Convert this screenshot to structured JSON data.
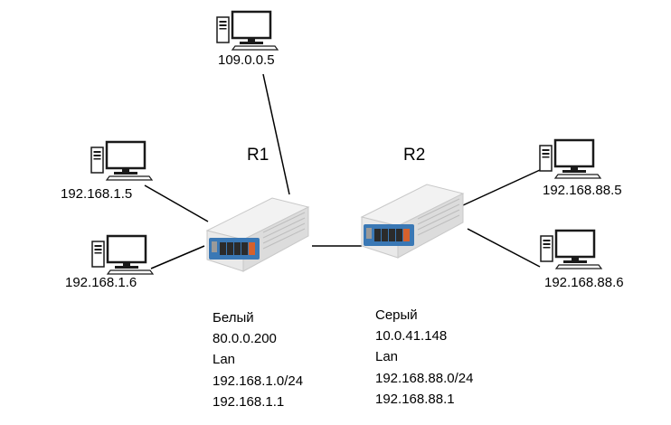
{
  "colors": {
    "line": "#000000",
    "router_body": "#f2f2f2",
    "router_side": "#d9d9d9",
    "port_strip": "#3a78b5",
    "port": "#2b2b2b",
    "poe_port": "#d6612c",
    "pc_dark": "#1a1a1a"
  },
  "icons": {
    "pc": "desktop-computer-icon",
    "router": "router-icon"
  },
  "routers": {
    "r1": {
      "name": "R1",
      "info": [
        "Белый",
        "80.0.0.200",
        "Lan",
        "192.168.1.0/24",
        "192.168.1.1"
      ]
    },
    "r2": {
      "name": "R2",
      "info": [
        "Серый",
        "10.0.41.148",
        "Lan",
        "192.168.88.0/24",
        "192.168.88.1"
      ]
    }
  },
  "hosts": {
    "wan": "109.0.0.5",
    "h1": "192.168.1.5",
    "h2": "192.168.1.6",
    "h3": "192.168.88.5",
    "h4": "192.168.88.6"
  }
}
